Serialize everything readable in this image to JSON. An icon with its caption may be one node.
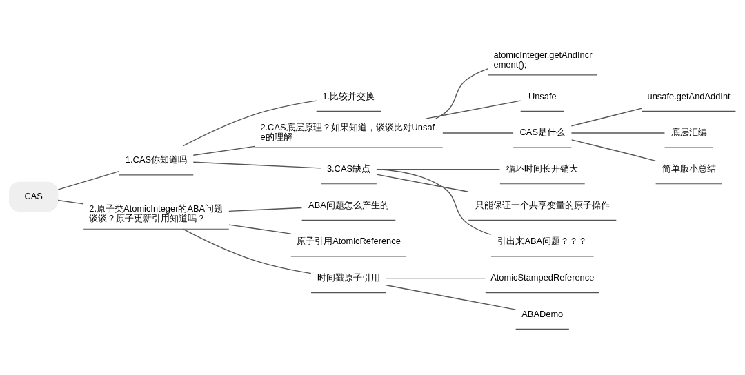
{
  "diagram": {
    "nodes": [
      {
        "text": [
          "CAS"
        ]
      },
      {
        "text": [
          "1.CAS你知道吗"
        ]
      },
      {
        "text": [
          "1.比较并交换"
        ]
      },
      {
        "text": [
          "2.CAS底层原理？如果知道，谈谈比对Unsafe的理解"
        ]
      },
      {
        "text": [
          "atomicInteger.getAndIncrement();"
        ]
      },
      {
        "text": [
          "Unsafe"
        ]
      },
      {
        "text": [
          "CAS是什么"
        ]
      },
      {
        "text": [
          "unsafe.getAndAddInt"
        ]
      },
      {
        "text": [
          "底层汇编"
        ]
      },
      {
        "text": [
          "简单版小总结"
        ]
      },
      {
        "text": [
          "3.CAS缺点"
        ]
      },
      {
        "text": [
          "循环时间长开销大"
        ]
      },
      {
        "text": [
          "只能保证一个共享变量的原子操作"
        ]
      },
      {
        "text": [
          "引出来ABA问题？？？"
        ]
      },
      {
        "text": [
          "2.原子类AtomicInteger的ABA问题谈谈？原子更新引用知道吗？"
        ]
      },
      {
        "text": [
          "ABA问题怎么产生的"
        ]
      },
      {
        "text": [
          "原子引用AtomicReference"
        ]
      },
      {
        "text": [
          "时间戳原子引用"
        ]
      },
      {
        "text": [
          "AtomicStampedReference"
        ]
      },
      {
        "text": [
          "ABADemo"
        ]
      }
    ],
    "edges": [
      {
        "from": 0,
        "to": 1,
        "arrow": "none"
      },
      {
        "from": 1,
        "to": 2,
        "arrow": "none"
      },
      {
        "from": 1,
        "to": 3,
        "arrow": "none"
      },
      {
        "from": 3,
        "to": 4,
        "arrow": "none"
      },
      {
        "from": 3,
        "to": 5,
        "arrow": "none"
      },
      {
        "from": 3,
        "to": 6,
        "arrow": "none"
      },
      {
        "from": 6,
        "to": 7,
        "arrow": "none"
      },
      {
        "from": 6,
        "to": 8,
        "arrow": "none"
      },
      {
        "from": 6,
        "to": 9,
        "arrow": "none"
      },
      {
        "from": 1,
        "to": 10,
        "arrow": "none"
      },
      {
        "from": 10,
        "to": 11,
        "arrow": "none"
      },
      {
        "from": 10,
        "to": 12,
        "arrow": "none"
      },
      {
        "from": 10,
        "to": 13,
        "arrow": "none"
      },
      {
        "from": 0,
        "to": 14,
        "arrow": "none"
      },
      {
        "from": 14,
        "to": 15,
        "arrow": "none"
      },
      {
        "from": 14,
        "to": 16,
        "arrow": "none"
      },
      {
        "from": 14,
        "to": 17,
        "arrow": "none"
      },
      {
        "from": 17,
        "to": 18,
        "arrow": "none"
      },
      {
        "from": 17,
        "to": 19,
        "arrow": "none"
      }
    ]
  }
}
